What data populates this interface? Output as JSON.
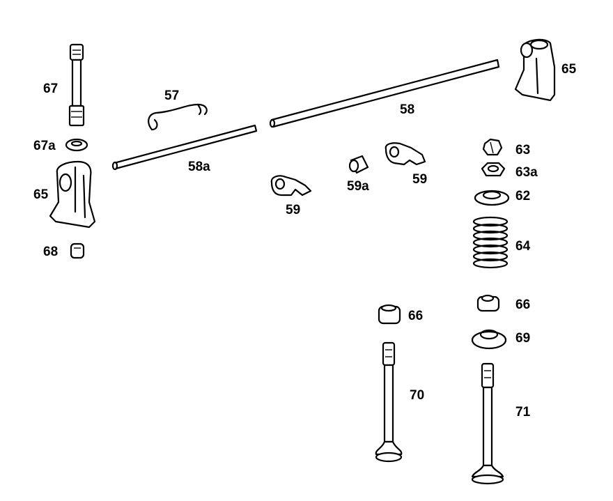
{
  "parts": {
    "p57": "57",
    "p58": "58",
    "p58a": "58a",
    "p59_left": "59",
    "p59_right": "59",
    "p59a": "59a",
    "p62": "62",
    "p63": "63",
    "p63a": "63a",
    "p64": "64",
    "p65_left": "65",
    "p65_right": "65",
    "p66_left": "66",
    "p66_right": "66",
    "p67": "67",
    "p67a": "67a",
    "p68": "68",
    "p69": "69",
    "p70": "70",
    "p71": "71"
  },
  "colors": {
    "line": "#000000",
    "background": "#ffffff"
  }
}
